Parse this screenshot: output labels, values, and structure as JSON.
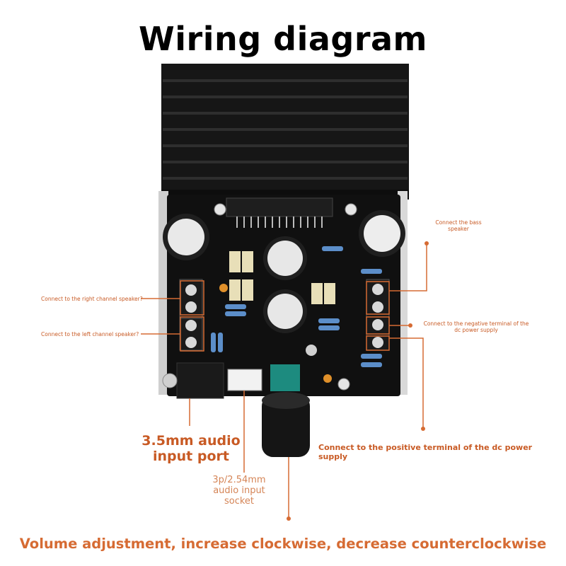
{
  "title": "Wiring diagram",
  "labels": {
    "bass": "Connect the bass speaker",
    "right": "Connect to the right channel speaker?",
    "left": "Connect to the left channel speaker?",
    "negative": "Connect to the negative terminal of the dc power supply",
    "positive": "Connect to the positive terminal of the dc power supply",
    "audio_port": "3.5mm audio input port",
    "socket": "3p/2.54mm audio input socket",
    "volume": "Volume adjustment, increase clockwise, decrease counterclockwise"
  },
  "colors": {
    "accent": "#d66b33",
    "board": "#111111",
    "heatsink": "#1a1a1a"
  }
}
